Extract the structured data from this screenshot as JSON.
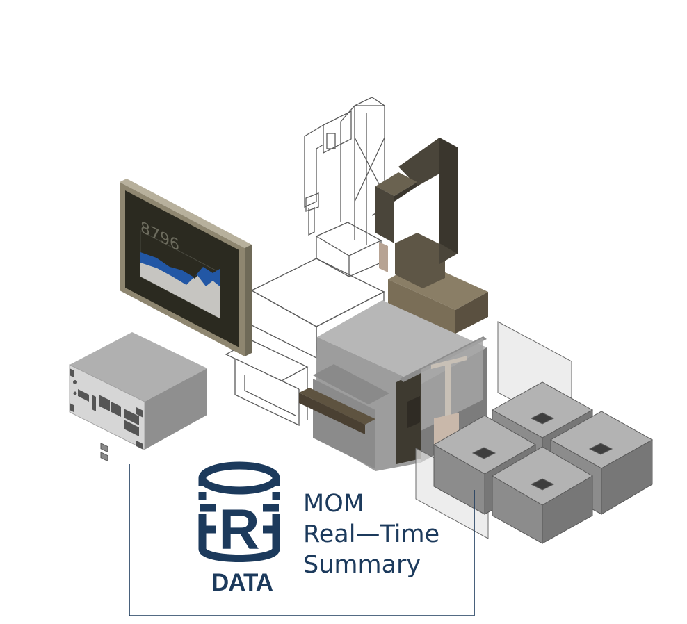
{
  "screen": {
    "value": "8796",
    "sub_label": ""
  },
  "database_icon": {
    "letter": "R",
    "caption": "DATA"
  },
  "summary": {
    "lines": [
      "MOM",
      "Real—Time",
      "Summary"
    ]
  },
  "colors": {
    "navy": "#1c3a5c",
    "monitor_frame": "#8e8670",
    "monitor_screen": "#2b2a20",
    "chart_blue": "#2257a5",
    "chart_gray": "#c6c5c1",
    "robot_dark": "#4a453a",
    "machine_gray": "#9d9d9d",
    "box_gray": "#8c8c8c",
    "wireframe": "#5a5a5a"
  }
}
